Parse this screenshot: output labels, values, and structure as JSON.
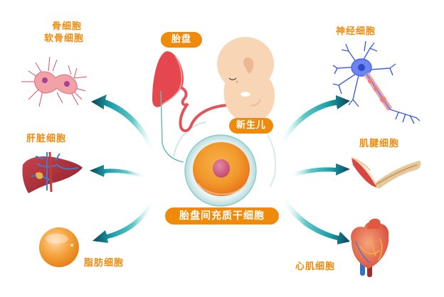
{
  "diagram": {
    "source": {
      "placenta_label": "胎盘",
      "newborn_label": "新生儿",
      "center_label": "胎盘间充质干细胞"
    },
    "targets": [
      {
        "id": "bone",
        "label_line1": "骨细胞",
        "label_line2": "软骨细胞",
        "icon": "bone-cell-icon"
      },
      {
        "id": "liver",
        "label": "肝脏细胞",
        "icon": "liver-icon"
      },
      {
        "id": "fat",
        "label": "脂肪细胞",
        "icon": "fat-cell-icon"
      },
      {
        "id": "nerve",
        "label": "神经细胞",
        "icon": "neuron-icon"
      },
      {
        "id": "tendon",
        "label": "肌腱细胞",
        "icon": "tendon-icon"
      },
      {
        "id": "heart",
        "label": "心肌细胞",
        "icon": "heart-icon"
      }
    ],
    "colors": {
      "label_orange": "#f08a0c",
      "pill_orange": "#ef8a0a",
      "arrow_dark": "#0e4a5e",
      "arrow_teal": "#22b5b8",
      "placenta_red": "#e5474e",
      "baby_skin": "#f8d5b5"
    }
  }
}
